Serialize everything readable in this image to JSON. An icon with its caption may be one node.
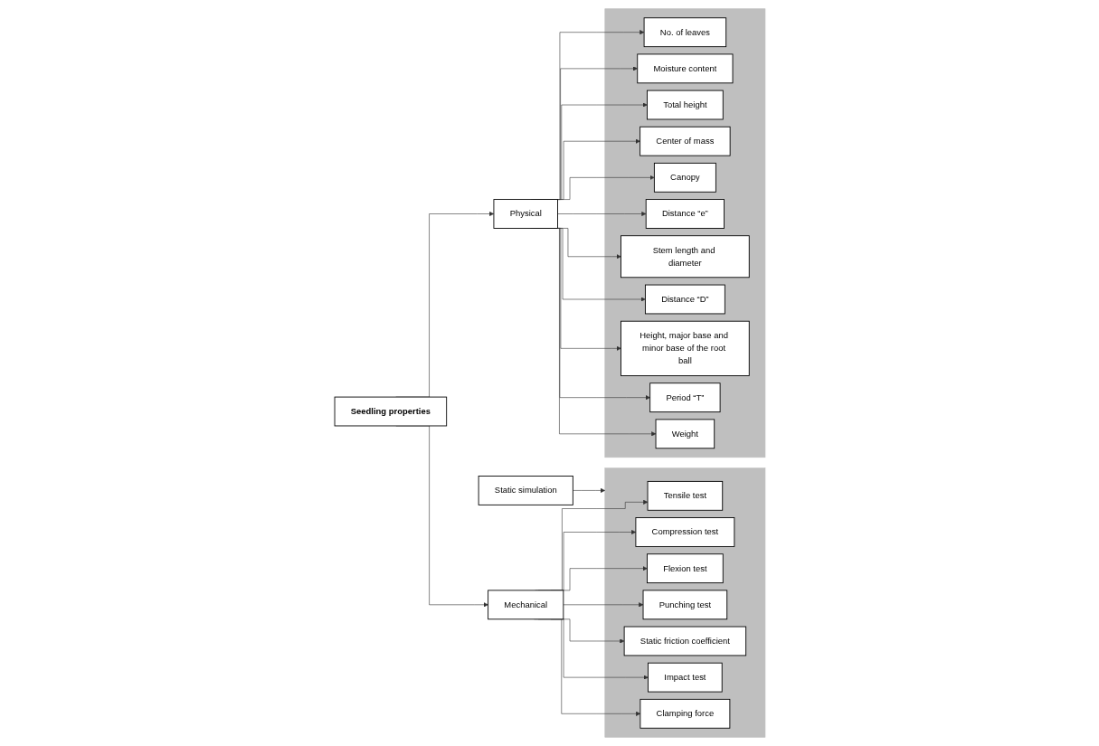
{
  "diagram": {
    "nodes": [
      {
        "text": [
          "Seedling properties"
        ]
      },
      {
        "text": [
          "Physical"
        ]
      },
      {
        "text": [
          "Mechanical"
        ]
      },
      {
        "text": [],
        "shape": "box"
      },
      {
        "text": [
          "No. of leaves"
        ],
        "in": 3
      },
      {
        "text": [
          "Moisture content"
        ],
        "in": 3
      },
      {
        "text": [
          "Total height"
        ],
        "in": 3
      },
      {
        "text": [
          "Center of mass"
        ],
        "in": 3
      },
      {
        "text": [
          "Canopy"
        ],
        "in": 3
      },
      {
        "text": [
          "Distance “e”"
        ],
        "in": 3
      },
      {
        "text": [
          "Stem length and diameter"
        ],
        "in": 3
      },
      {
        "text": [
          "Distance “D”"
        ],
        "in": 3
      },
      {
        "text": [
          "Height, major base and minor base of the root ball"
        ],
        "in": 3
      },
      {
        "text": [
          "Period “T”"
        ],
        "in": 3
      },
      {
        "text": [
          "Weight"
        ],
        "in": 3
      },
      {
        "text": [],
        "shape": "box"
      },
      {
        "text": [
          "Tensile test"
        ],
        "in": 15
      },
      {
        "text": [
          "Compression test"
        ],
        "in": 15
      },
      {
        "text": [
          "Flexion test"
        ],
        "in": 15
      },
      {
        "text": [
          "Punching test"
        ],
        "in": 15
      },
      {
        "text": [
          "Static friction coefficient"
        ],
        "in": 15
      },
      {
        "text": [
          "Impact test"
        ],
        "in": 15
      },
      {
        "text": [
          "Clamping force"
        ],
        "in": 15
      },
      {
        "text": [
          "Static simulation"
        ]
      }
    ],
    "edges": [
      {
        "from": 0,
        "to": 1,
        "arrow": "to"
      },
      {
        "from": 0,
        "to": 2,
        "arrow": "to"
      },
      {
        "from": 1,
        "to": 4,
        "arrow": "to"
      },
      {
        "from": 1,
        "to": 5,
        "arrow": "to"
      },
      {
        "from": 1,
        "to": 6,
        "arrow": "to"
      },
      {
        "from": 1,
        "to": 7,
        "arrow": "to"
      },
      {
        "from": 1,
        "to": 8,
        "arrow": "to"
      },
      {
        "from": 1,
        "to": 9,
        "arrow": "to"
      },
      {
        "from": 1,
        "to": 10,
        "arrow": "to"
      },
      {
        "from": 1,
        "to": 11,
        "arrow": "to"
      },
      {
        "from": 1,
        "to": 12,
        "arrow": "to"
      },
      {
        "from": 1,
        "to": 13,
        "arrow": "to"
      },
      {
        "from": 1,
        "to": 14,
        "arrow": "to"
      },
      {
        "from": 2,
        "to": 16,
        "arrow": "to"
      },
      {
        "from": 2,
        "to": 17,
        "arrow": "to"
      },
      {
        "from": 2,
        "to": 18,
        "arrow": "to"
      },
      {
        "from": 2,
        "to": 19,
        "arrow": "to"
      },
      {
        "from": 2,
        "to": 20,
        "arrow": "to"
      },
      {
        "from": 2,
        "to": 21,
        "arrow": "to"
      },
      {
        "from": 2,
        "to": 22,
        "arrow": "to"
      },
      {
        "from": 23,
        "to": 15,
        "arrow": "to"
      }
    ]
  }
}
